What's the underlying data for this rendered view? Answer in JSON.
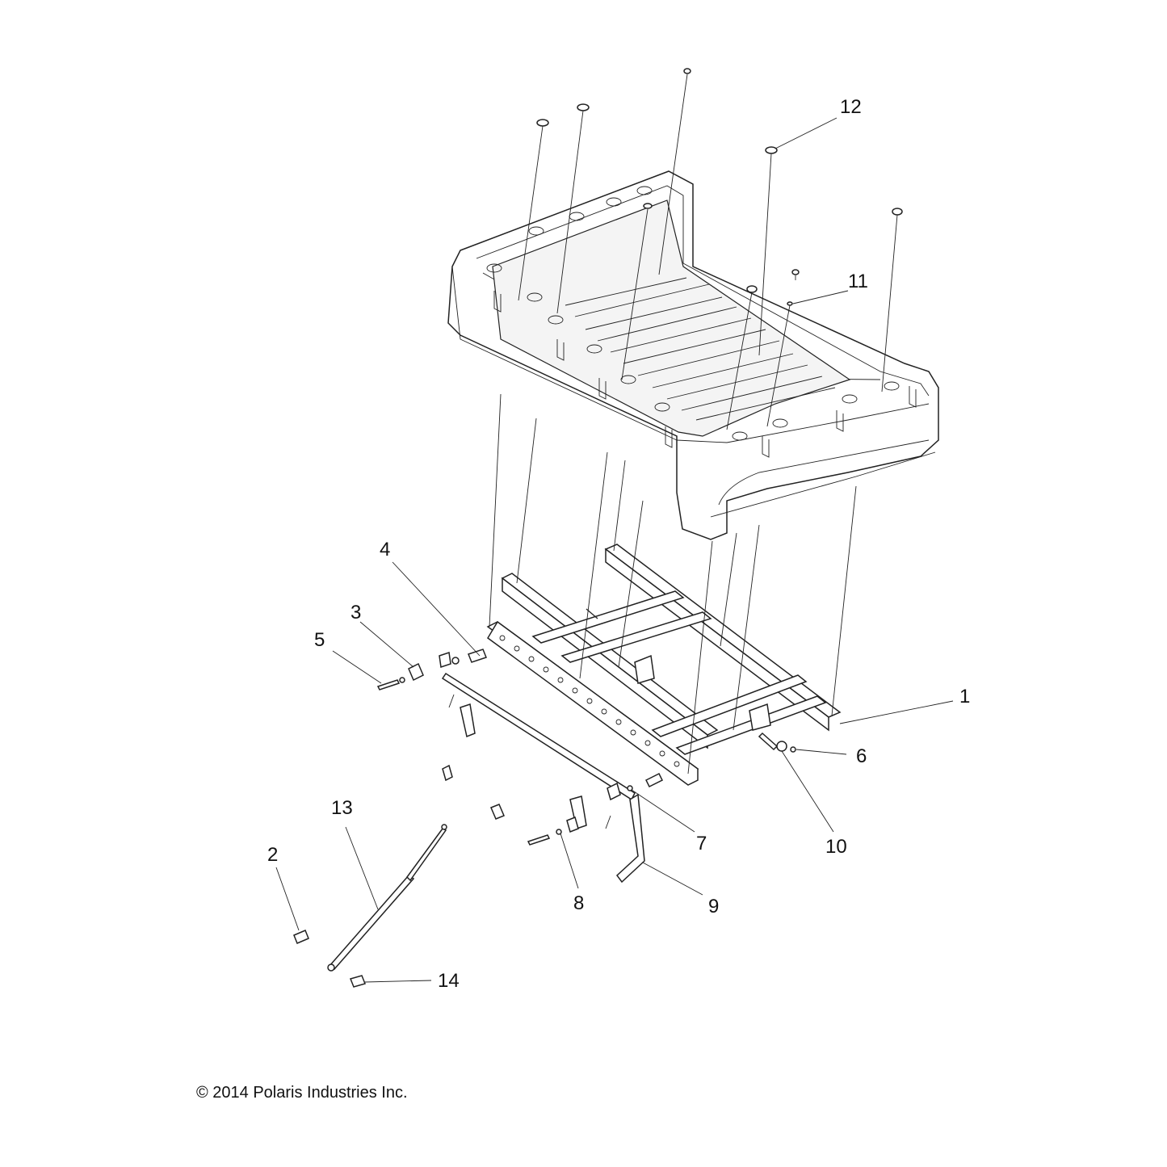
{
  "callouts": [
    {
      "id": "1",
      "label": "1"
    },
    {
      "id": "2",
      "label": "2"
    },
    {
      "id": "3",
      "label": "3"
    },
    {
      "id": "4",
      "label": "4"
    },
    {
      "id": "5",
      "label": "5"
    },
    {
      "id": "6",
      "label": "6"
    },
    {
      "id": "7",
      "label": "7"
    },
    {
      "id": "8",
      "label": "8"
    },
    {
      "id": "9",
      "label": "9"
    },
    {
      "id": "10",
      "label": "10"
    },
    {
      "id": "11",
      "label": "11"
    },
    {
      "id": "12",
      "label": "12"
    },
    {
      "id": "13",
      "label": "13"
    },
    {
      "id": "14",
      "label": "14"
    }
  ],
  "copyright": "© 2014 Polaris Industries Inc."
}
